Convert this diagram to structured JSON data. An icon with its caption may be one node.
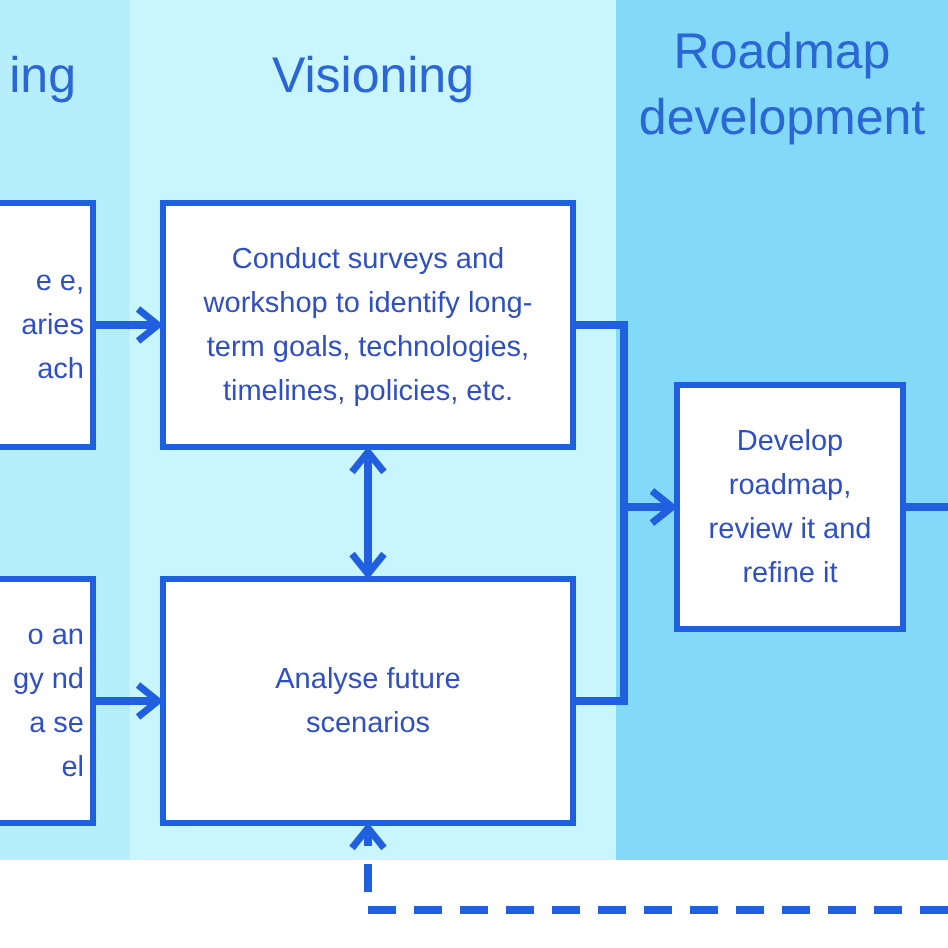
{
  "diagram": {
    "nodes": [
      {
        "text": [
          "ing"
        ]
      },
      {
        "text": [
          "Visioning"
        ]
      },
      {
        "text": [
          "Roadmap development"
        ]
      },
      {
        "text": [
          "e e, aries ach"
        ],
        "in": 0
      },
      {
        "text": [
          "o an gy nd a se el"
        ],
        "in": 0
      },
      {
        "text": [
          "Conduct surveys and workshop to identify long-term goals, technologies, timelines, policies, etc."
        ],
        "in": 1
      },
      {
        "text": [
          "Analyse future scenarios"
        ],
        "in": 1
      },
      {
        "text": [
          "Develop roadmap, review it and refine it"
        ],
        "in": 2
      }
    ],
    "edges": [
      {
        "from": 3,
        "to": 5,
        "arrow": "to"
      },
      {
        "from": 4,
        "to": 6,
        "arrow": "to"
      },
      {
        "from": 5,
        "to": 6,
        "arrow": "both"
      },
      {
        "from": 5,
        "to": 7,
        "arrow": "to"
      },
      {
        "from": 6,
        "to": 7,
        "arrow": "to"
      },
      {
        "from": 7,
        "to": null,
        "arrow": "none"
      },
      {
        "from": null,
        "to": 6,
        "arrow": "to",
        "style": "dashed"
      }
    ]
  }
}
